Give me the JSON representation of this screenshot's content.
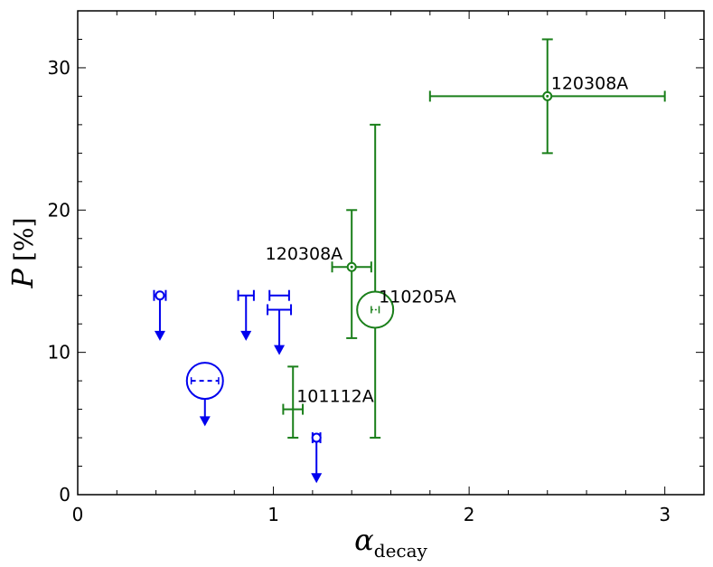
{
  "chart_data": {
    "type": "scatter",
    "xlabel_main": "α",
    "xlabel_sub": "decay",
    "ylabel_main": "P",
    "ylabel_unit": "[%]",
    "xlim": [
      0,
      3.2
    ],
    "ylim": [
      0,
      34
    ],
    "x_ticks": [
      0,
      1,
      2,
      3
    ],
    "y_ticks": [
      0,
      10,
      20,
      30
    ],
    "x_tick_labels": [
      "0",
      "1",
      "2",
      "3"
    ],
    "y_tick_labels": [
      "0",
      "10",
      "20",
      "30"
    ],
    "grid": false,
    "colors": {
      "green": "#1a7f1a",
      "blue": "#0000ee",
      "axis": "#000000"
    },
    "series": [
      {
        "color_key": "green",
        "points": [
          {
            "x": 2.4,
            "y": 28,
            "xerr": [
              0.6,
              0.6
            ],
            "yerr": [
              4,
              4
            ],
            "marker": "circle-dot",
            "size": "small",
            "label": "120308A",
            "label_pos": "above-right"
          },
          {
            "x": 1.4,
            "y": 16,
            "xerr": [
              0.1,
              0.1
            ],
            "yerr": [
              5,
              4
            ],
            "marker": "circle-dot",
            "size": "small",
            "label": "120308A",
            "label_pos": "above-left"
          },
          {
            "x": 1.52,
            "y": 13,
            "xerr": [
              0.02,
              0.02
            ],
            "yerr": [
              9,
              13
            ],
            "marker": "circle-bar",
            "size": "large",
            "label": "110205A",
            "label_pos": "above-right"
          },
          {
            "x": 1.1,
            "y": 6,
            "xerr": [
              0.05,
              0.05
            ],
            "yerr": [
              2,
              3
            ],
            "marker": "none",
            "size": "none",
            "label": "101112A",
            "label_pos": "above-right"
          }
        ]
      },
      {
        "color_key": "blue",
        "points": [
          {
            "x": 0.42,
            "y": 14,
            "xerr": [
              0.03,
              0.03
            ],
            "marker": "circle",
            "size": "small",
            "upper_limit": true,
            "arrow_to": 11
          },
          {
            "x": 0.65,
            "y": 8,
            "xerr": [
              0.07,
              0.07
            ],
            "marker": "circle-dash",
            "size": "large",
            "upper_limit": true,
            "arrow_to": 5
          },
          {
            "x": 0.86,
            "y": 14,
            "xerr": [
              0.04,
              0.04
            ],
            "marker": "none",
            "size": "none",
            "upper_limit": true,
            "arrow_to": 11
          },
          {
            "x": 1.03,
            "y": 14,
            "xerr": [
              0.05,
              0.05
            ],
            "marker": "none",
            "size": "none",
            "upper_limit": false
          },
          {
            "x": 1.03,
            "y": 13,
            "xerr": [
              0.06,
              0.06
            ],
            "marker": "none",
            "size": "none",
            "upper_limit": true,
            "arrow_to": 10
          },
          {
            "x": 1.22,
            "y": 4,
            "xerr": [
              0.02,
              0.02
            ],
            "marker": "circle",
            "size": "small",
            "upper_limit": true,
            "arrow_to": 1
          }
        ]
      }
    ]
  }
}
